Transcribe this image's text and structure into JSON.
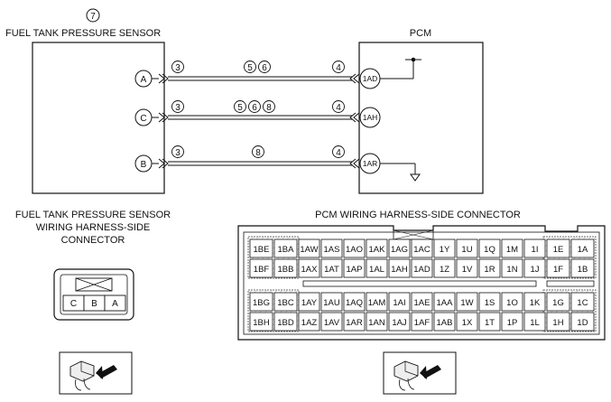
{
  "sensor": {
    "callout": "7",
    "title": "FUEL TANK PRESSURE SENSOR",
    "connector_caption": [
      "FUEL TANK PRESSURE SENSOR",
      "WIRING HARNESS-SIDE",
      "CONNECTOR"
    ],
    "connector_pins": [
      "C",
      "B",
      "A"
    ]
  },
  "pcm": {
    "title": "PCM",
    "connector_caption": "PCM WIRING HARNESS-SIDE CONNECTOR",
    "connector_rows": [
      [
        "1BE",
        "1BA",
        "1AW",
        "1AS",
        "1AO",
        "1AK",
        "1AG",
        "1AC",
        "1Y",
        "1U",
        "1Q",
        "1M",
        "1I",
        "1E",
        "1A"
      ],
      [
        "1BF",
        "1BB",
        "1AX",
        "1AT",
        "1AP",
        "1AL",
        "1AH",
        "1AD",
        "1Z",
        "1V",
        "1R",
        "1N",
        "1J",
        "1F",
        "1B"
      ],
      [
        "1BG",
        "1BC",
        "1AY",
        "1AU",
        "1AQ",
        "1AM",
        "1AI",
        "1AE",
        "1AA",
        "1W",
        "1S",
        "1O",
        "1K",
        "1G",
        "1C"
      ],
      [
        "1BH",
        "1BD",
        "1AZ",
        "1AV",
        "1AR",
        "1AN",
        "1AJ",
        "1AF",
        "1AB",
        "1X",
        "1T",
        "1P",
        "1L",
        "1H",
        "1D"
      ]
    ]
  },
  "wires": [
    {
      "sensor_pin": "A",
      "pcm_pin": "1AD",
      "left_ref": "3",
      "mid_refs": [
        "5",
        "6"
      ],
      "right_ref": "4"
    },
    {
      "sensor_pin": "C",
      "pcm_pin": "1AH",
      "left_ref": "3",
      "mid_refs": [
        "5",
        "6",
        "8"
      ],
      "right_ref": "4"
    },
    {
      "sensor_pin": "B",
      "pcm_pin": "1AR",
      "left_ref": "3",
      "mid_refs": [
        "8"
      ],
      "right_ref": "4"
    }
  ]
}
